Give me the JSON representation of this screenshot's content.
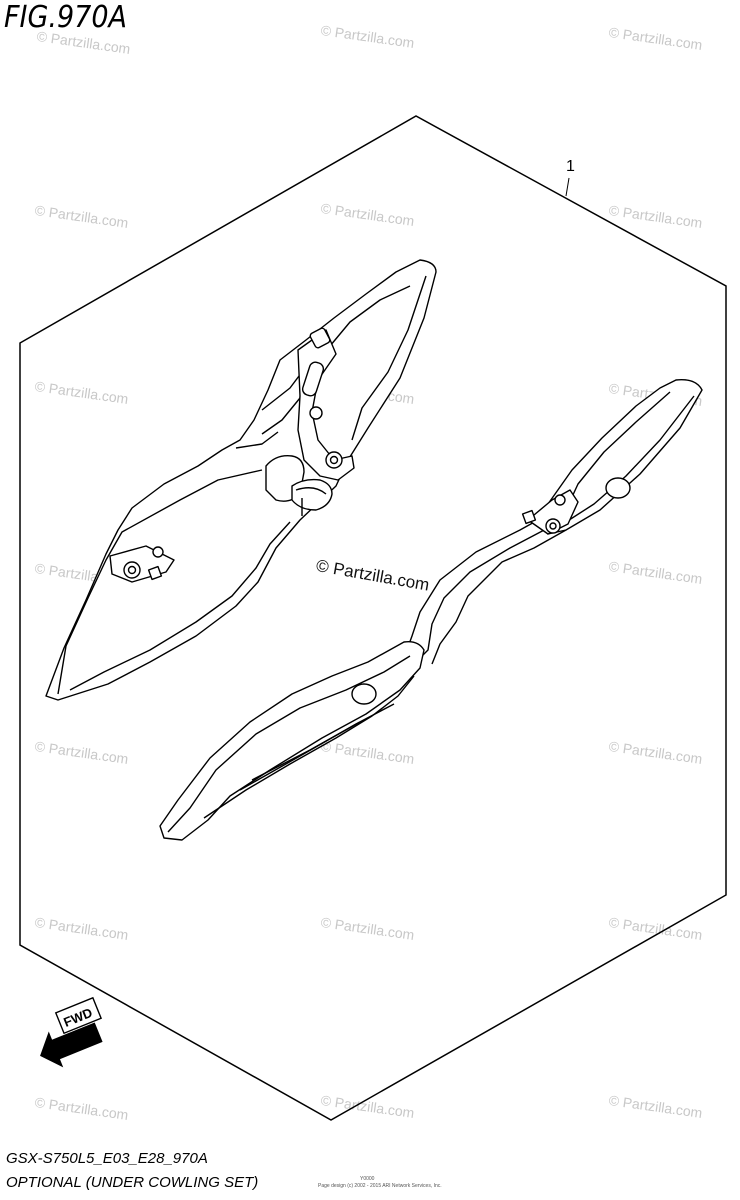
{
  "figure": {
    "title": "FIG.970A",
    "callout_number": "1",
    "fwd_label": "FWD",
    "code": "GSX-S750L5_E03_E28_970A",
    "caption": "OPTIONAL (UNDER COWLING SET)"
  },
  "watermark": {
    "text": "© Partzilla.com",
    "center_text": "© Partzilla.com"
  },
  "footer": {
    "page_tag": "Y0000",
    "copyright": "Page design (c) 2002 - 2015 ARI Network Services, Inc."
  }
}
